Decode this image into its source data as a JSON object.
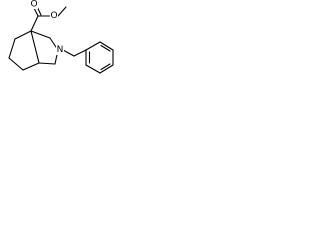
{
  "molecule": {
    "description_visible_text_only": true,
    "atoms": {
      "ester_oxygen_carbonyl": "O",
      "ester_oxygen_ether": "O",
      "ring_nitrogen": "N"
    }
  },
  "colors": {
    "bond": "#000000",
    "background": "#ffffff",
    "label": "#000000"
  }
}
